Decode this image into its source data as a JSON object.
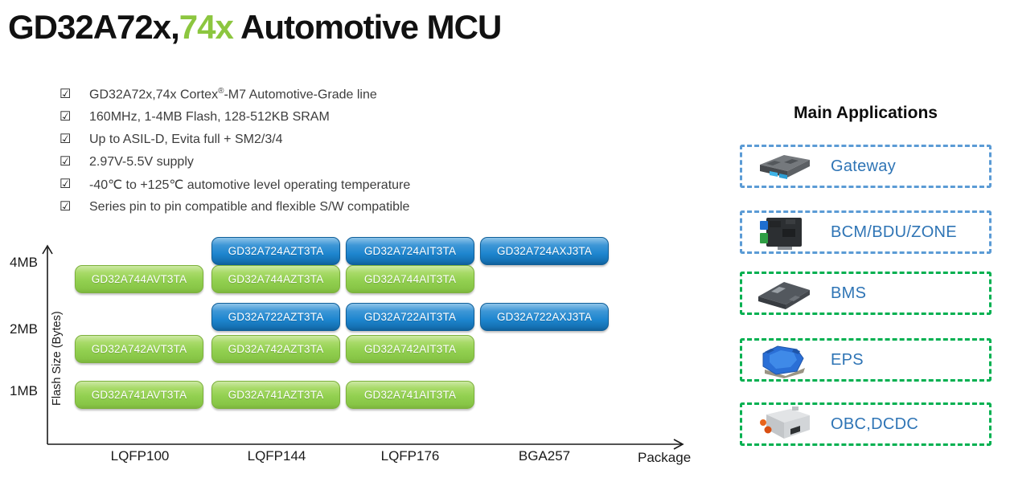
{
  "title": {
    "black_part1": "GD32A72x,",
    "accent_part": "74x",
    "black_part2": " Automotive MCU",
    "accent_color": "#8CC63F"
  },
  "features": {
    "checkbox_glyph": "☑",
    "item1": {
      "pre": "GD32A72x,74x Cortex",
      "sup": "®",
      "post": "-M7 Automotive-Grade line"
    },
    "items": [
      "",
      "160MHz, 1-4MB Flash, 128-512KB SRAM",
      "Up to ASIL-D, Evita full + SM2/3/4",
      "2.97V-5.5V supply",
      "-40℃ to +125℃ automotive level operating temperature",
      "Series pin to pin compatible and flexible S/W compatible"
    ]
  },
  "chart": {
    "type": "matrix",
    "y_axis_title": "Flash Size (Bytes)",
    "y_ticks": [
      "4MB",
      "2MB",
      "1MB"
    ],
    "x_axis_title": "Package",
    "x_ticks": [
      "LQFP100",
      "LQFP144",
      "LQFP176",
      "BGA257"
    ],
    "series_colors": {
      "gd32a74x_green": "#92D050",
      "gd32a72x_blue": "#1E86CF"
    },
    "chips": [
      {
        "label": "GD32A724AZT3TA",
        "series": "blue",
        "flash": "4MB",
        "package": "LQFP144"
      },
      {
        "label": "GD32A724AIT3TA",
        "series": "blue",
        "flash": "4MB",
        "package": "LQFP176"
      },
      {
        "label": "GD32A724AXJ3TA",
        "series": "blue",
        "flash": "4MB",
        "package": "BGA257"
      },
      {
        "label": "GD32A744AVT3TA",
        "series": "green",
        "flash": "4MB",
        "package": "LQFP100"
      },
      {
        "label": "GD32A744AZT3TA",
        "series": "green",
        "flash": "4MB",
        "package": "LQFP144"
      },
      {
        "label": "GD32A744AIT3TA",
        "series": "green",
        "flash": "4MB",
        "package": "LQFP176"
      },
      {
        "label": "GD32A722AZT3TA",
        "series": "blue",
        "flash": "2MB",
        "package": "LQFP144"
      },
      {
        "label": "GD32A722AIT3TA",
        "series": "blue",
        "flash": "2MB",
        "package": "LQFP176"
      },
      {
        "label": "GD32A722AXJ3TA",
        "series": "blue",
        "flash": "2MB",
        "package": "BGA257"
      },
      {
        "label": "GD32A742AVT3TA",
        "series": "green",
        "flash": "2MB",
        "package": "LQFP100"
      },
      {
        "label": "GD32A742AZT3TA",
        "series": "green",
        "flash": "2MB",
        "package": "LQFP144"
      },
      {
        "label": "GD32A742AIT3TA",
        "series": "green",
        "flash": "2MB",
        "package": "LQFP176"
      },
      {
        "label": "GD32A741AVT3TA",
        "series": "green",
        "flash": "1MB",
        "package": "LQFP100"
      },
      {
        "label": "GD32A741AZT3TA",
        "series": "green",
        "flash": "1MB",
        "package": "LQFP144"
      },
      {
        "label": "GD32A741AIT3TA",
        "series": "green",
        "flash": "1MB",
        "package": "LQFP176"
      }
    ]
  },
  "applications": {
    "title": "Main Applications",
    "border_colors": {
      "blue": "#5B9BD5",
      "green": "#00B050"
    },
    "label_color": "#2E74B5",
    "items": [
      {
        "label": "Gateway",
        "border": "blue",
        "icon": "gateway-module-photo"
      },
      {
        "label": "BCM/BDU/ZONE",
        "border": "blue",
        "icon": "bcm-module-photo"
      },
      {
        "label": "BMS",
        "border": "green",
        "icon": "bms-module-photo"
      },
      {
        "label": "EPS",
        "border": "green",
        "icon": "eps-module-photo"
      },
      {
        "label": "OBC,DCDC",
        "border": "green",
        "icon": "obc-module-photo"
      }
    ]
  }
}
